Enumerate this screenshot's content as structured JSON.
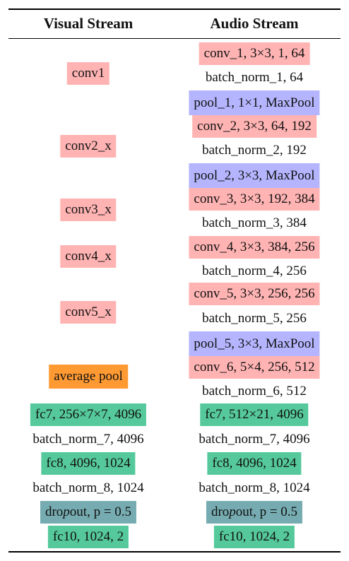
{
  "header": {
    "visual": "Visual Stream",
    "audio": "Audio Stream"
  },
  "visual": [
    {
      "label": "conv1",
      "kind": "pink"
    },
    {
      "label": "conv2_x",
      "kind": "pink"
    },
    {
      "label": "conv3_x",
      "kind": "pink"
    },
    {
      "label": "conv4_x",
      "kind": "pink"
    },
    {
      "label": "conv5_x",
      "kind": "pink"
    },
    {
      "label": "average pool",
      "kind": "orange"
    },
    {
      "label": "fc7, 256×7×7, 4096",
      "kind": "green"
    },
    {
      "label": "batch_norm_7, 4096",
      "kind": "plain"
    },
    {
      "label": "fc8, 4096, 1024",
      "kind": "green"
    },
    {
      "label": "batch_norm_8, 1024",
      "kind": "plain"
    },
    {
      "label": "dropout, p = 0.5",
      "kind": "teal"
    },
    {
      "label": "fc10, 1024, 2",
      "kind": "green"
    }
  ],
  "audio": [
    {
      "label": "conv_1, 3×3, 1, 64",
      "kind": "pink"
    },
    {
      "label": "batch_norm_1, 64",
      "kind": "plain"
    },
    {
      "label": "pool_1, 1×1, MaxPool",
      "kind": "blue"
    },
    {
      "label": "conv_2, 3×3, 64, 192",
      "kind": "pink"
    },
    {
      "label": "batch_norm_2, 192",
      "kind": "plain"
    },
    {
      "label": "pool_2, 3×3, MaxPool",
      "kind": "blue"
    },
    {
      "label": "conv_3, 3×3, 192, 384",
      "kind": "pink"
    },
    {
      "label": "batch_norm_3, 384",
      "kind": "plain"
    },
    {
      "label": "conv_4, 3×3, 384, 256",
      "kind": "pink"
    },
    {
      "label": "batch_norm_4, 256",
      "kind": "plain"
    },
    {
      "label": "conv_5, 3×3, 256, 256",
      "kind": "pink"
    },
    {
      "label": "batch_norm_5, 256",
      "kind": "plain"
    },
    {
      "label": "pool_5, 3×3, MaxPool",
      "kind": "blue"
    },
    {
      "label": "conv_6, 5×4, 256, 512",
      "kind": "pink"
    },
    {
      "label": "batch_norm_6, 512",
      "kind": "plain"
    },
    {
      "label": "fc7, 512×21, 4096",
      "kind": "green"
    },
    {
      "label": "batch_norm_7, 4096",
      "kind": "plain"
    },
    {
      "label": "fc8, 4096, 1024",
      "kind": "green"
    },
    {
      "label": "batch_norm_8, 1024",
      "kind": "plain"
    },
    {
      "label": "dropout, p = 0.5",
      "kind": "teal"
    },
    {
      "label": "fc10, 1024, 2",
      "kind": "green"
    }
  ],
  "colors": {
    "pink": "#ffb3b3",
    "blue": "#b5b5ff",
    "orange": "#ff9a33",
    "green": "#55c99b",
    "teal": "#76acb1"
  }
}
